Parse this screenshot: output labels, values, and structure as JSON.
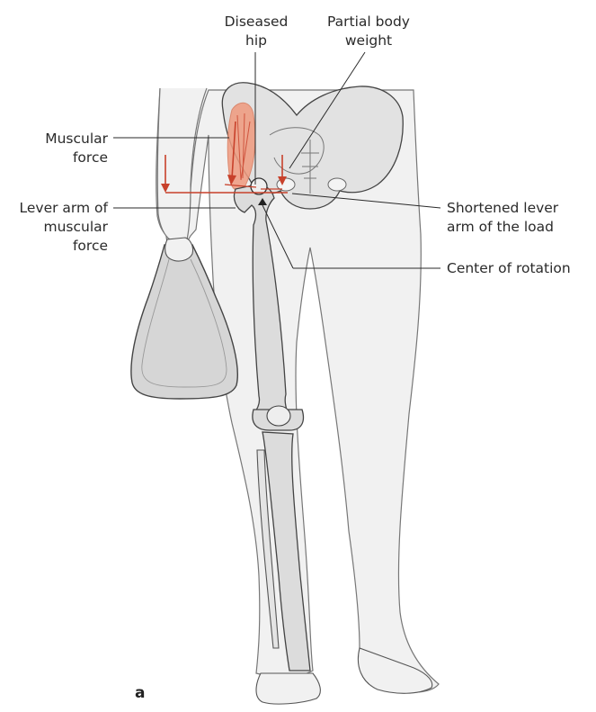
{
  "labels": {
    "diseased_hip": [
      "Diseased",
      "hip"
    ],
    "partial_body_weight": [
      "Partial body",
      "weight"
    ],
    "muscular_force": [
      "Muscular",
      "force"
    ],
    "lever_arm_muscular": [
      "Lever arm of",
      "muscular",
      "force"
    ],
    "shortened_lever_arm": [
      "Shortened lever",
      "arm of the load"
    ],
    "center_of_rotation": "Center of rotation",
    "panel_letter": "a"
  },
  "colors": {
    "force_arrow": "#c8412b",
    "muscle_fill": "#ef9a7e",
    "skin_fill": "#f1f1f1",
    "bone_fill": "#dcdcdc",
    "outline": "#3a3a3a",
    "leader": "#2a2a2a"
  }
}
